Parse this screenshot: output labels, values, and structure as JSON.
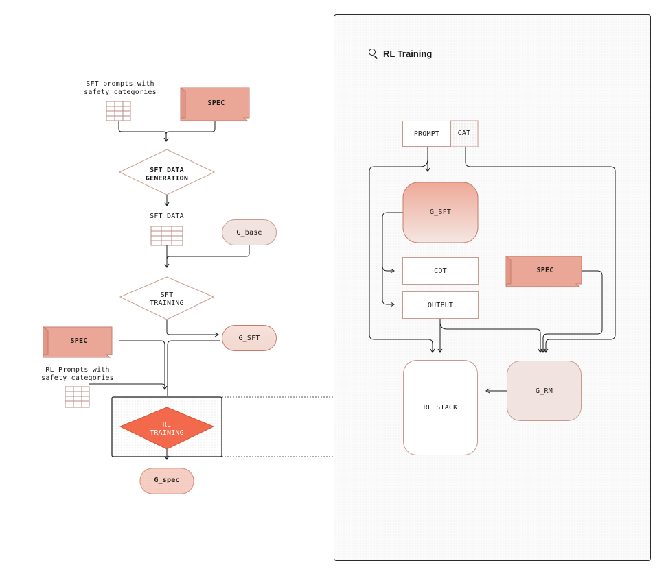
{
  "panel": {
    "title": "RL Training",
    "icon": "search-icon"
  },
  "left": {
    "sft_prompts_label": "SFT prompts with\nsafety categories",
    "spec_top": "SPEC",
    "sft_data_generation": "SFT DATA\nGENERATION",
    "sft_data_label": "SFT DATA",
    "g_base": "G_base",
    "sft_training": "SFT\nTRAINING",
    "g_sft": "G_SFT",
    "spec_mid": "SPEC",
    "rl_prompts_label": "RL Prompts with\nsafety categories",
    "rl_training": "RL\nTRAINING",
    "g_spec": "G_spec"
  },
  "right": {
    "prompt": "PROMPT",
    "cat": "CAT",
    "g_sft": "G_SFT",
    "cot": "COT",
    "output": "OUTPUT",
    "spec": "SPEC",
    "rl_stack": "RL STACK",
    "g_rm": "G_RM"
  },
  "colors": {
    "salmon": "#eaa797",
    "salmon_dark": "#c97b6a",
    "orange": "#f26a4b",
    "pale": "#f1e3df",
    "line": "#1a1a1a"
  }
}
